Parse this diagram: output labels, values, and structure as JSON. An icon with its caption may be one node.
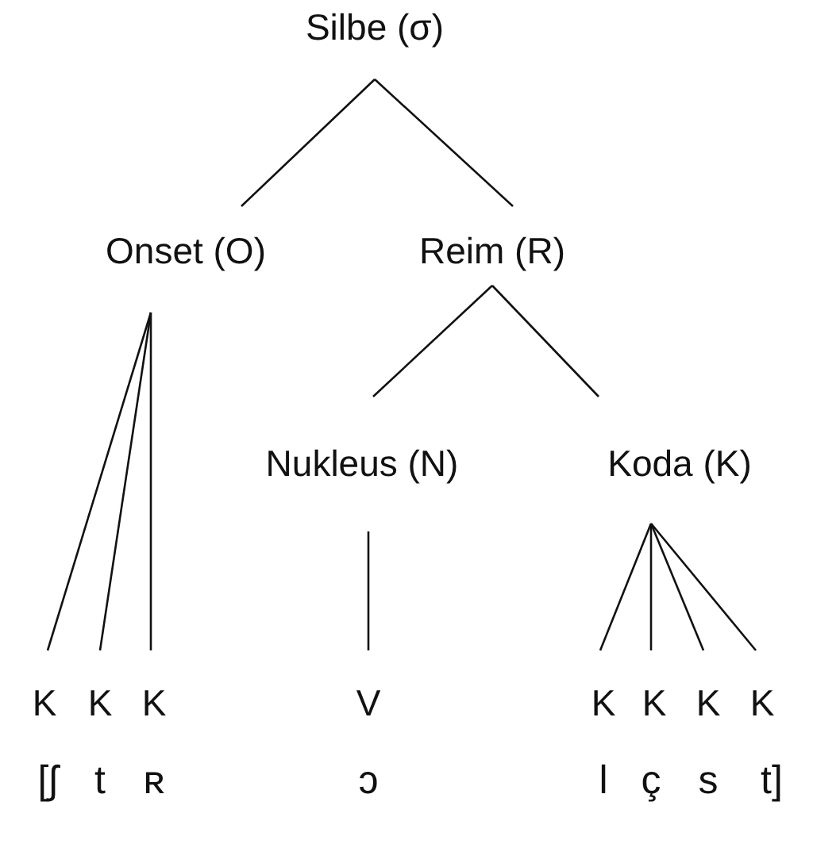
{
  "diagram": {
    "nodes": [
      {
        "text": [
          "Silbe (σ)"
        ]
      },
      {
        "text": [
          "Onset (O)"
        ]
      },
      {
        "text": [
          "Reim (R)"
        ]
      },
      {
        "text": [
          "Nukleus (N)"
        ]
      },
      {
        "text": [
          "Koda (K)"
        ]
      },
      {
        "text": [
          "K"
        ]
      },
      {
        "text": [
          "K"
        ]
      },
      {
        "text": [
          "K"
        ]
      },
      {
        "text": [
          "V"
        ]
      },
      {
        "text": [
          "K"
        ]
      },
      {
        "text": [
          "K"
        ]
      },
      {
        "text": [
          "K"
        ]
      },
      {
        "text": [
          "K"
        ]
      }
    ],
    "edges": [
      {
        "from": 0,
        "to": 1,
        "arrow": "none"
      },
      {
        "from": 0,
        "to": 2,
        "arrow": "none"
      },
      {
        "from": 1,
        "to": 5,
        "arrow": "none"
      },
      {
        "from": 1,
        "to": 6,
        "arrow": "none"
      },
      {
        "from": 1,
        "to": 7,
        "arrow": "none"
      },
      {
        "from": 2,
        "to": 3,
        "arrow": "none"
      },
      {
        "from": 2,
        "to": 4,
        "arrow": "none"
      },
      {
        "from": 3,
        "to": 8,
        "arrow": "none"
      },
      {
        "from": 4,
        "to": 9,
        "arrow": "none"
      },
      {
        "from": 4,
        "to": 10,
        "arrow": "none"
      },
      {
        "from": 4,
        "to": 11,
        "arrow": "none"
      },
      {
        "from": 4,
        "to": 12,
        "arrow": "none"
      }
    ],
    "labels": [
      "[ʃ",
      "t",
      "ʀ",
      "ɔ",
      "l",
      "ç",
      "s",
      "t]"
    ]
  }
}
